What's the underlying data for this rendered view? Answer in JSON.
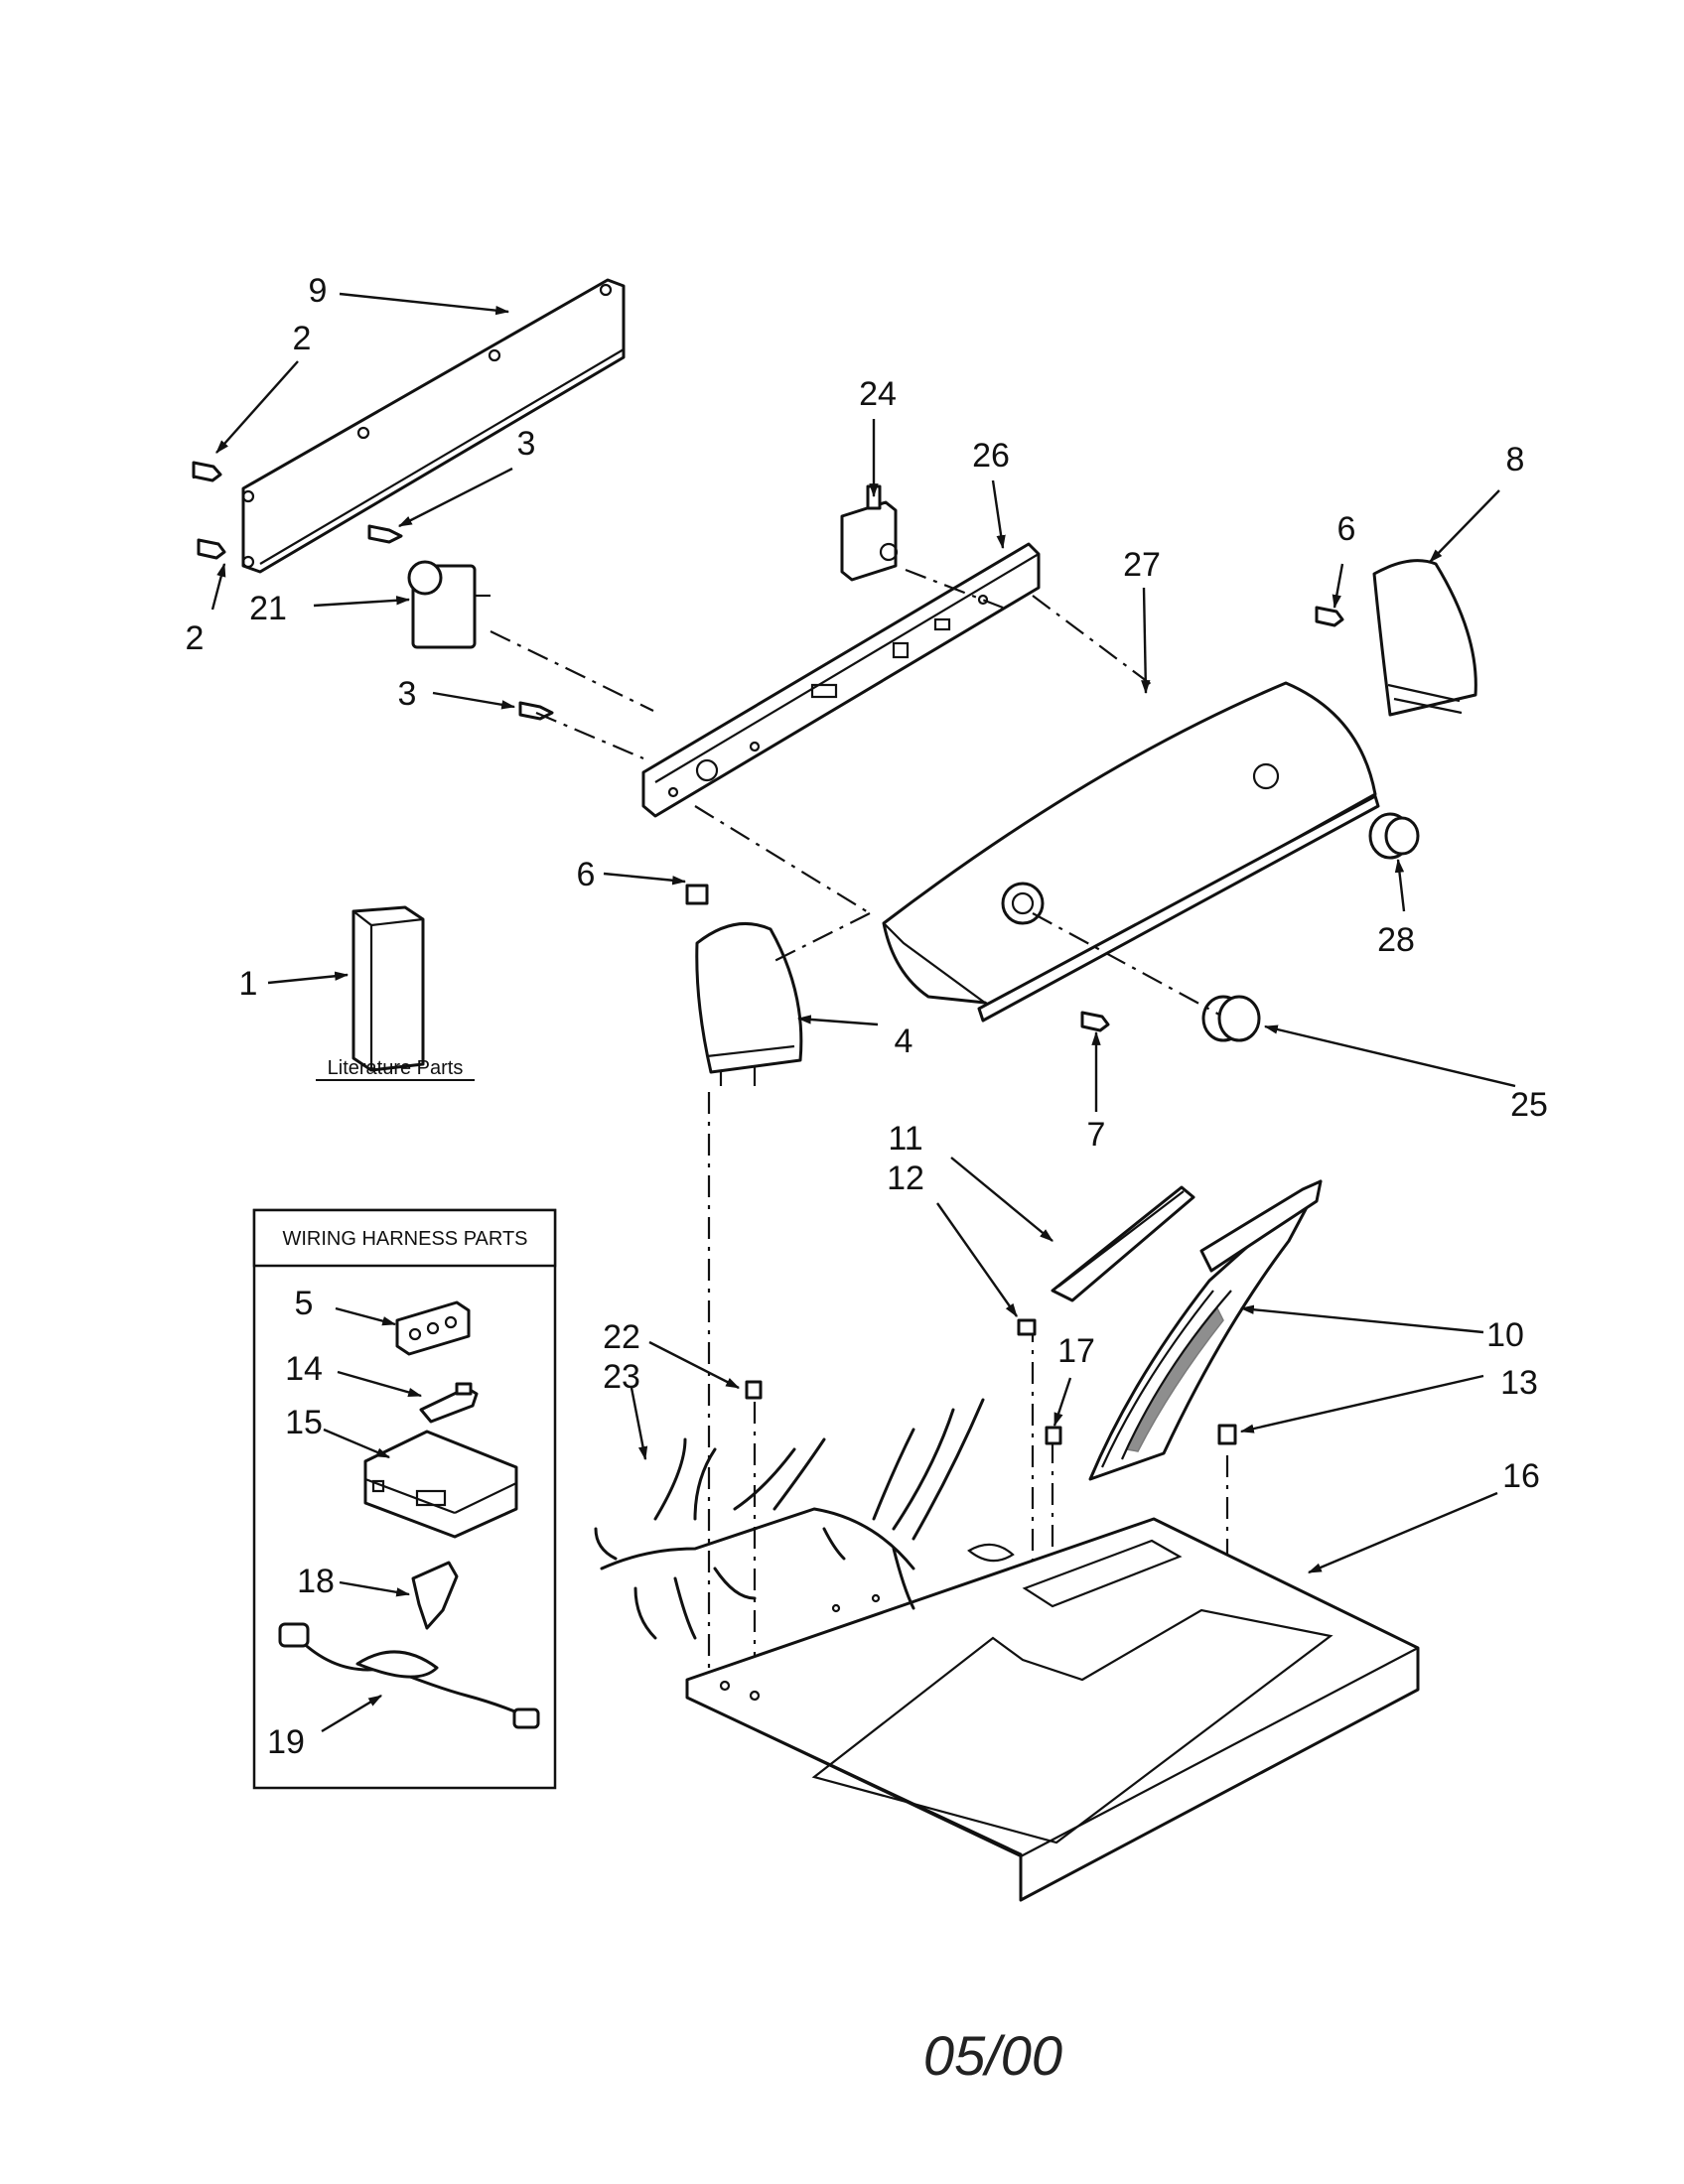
{
  "diagram": {
    "callouts": {
      "n1": "1",
      "n2a": "2",
      "n2b": "2",
      "n3a": "3",
      "n3b": "3",
      "n4": "4",
      "n5": "5",
      "n6a": "6",
      "n6b": "6",
      "n7": "7",
      "n8": "8",
      "n9": "9",
      "n10": "10",
      "n11": "11",
      "n12": "12",
      "n13": "13",
      "n14": "14",
      "n15": "15",
      "n16": "16",
      "n17": "17",
      "n18": "18",
      "n19": "19",
      "n21": "21",
      "n22": "22",
      "n23": "23",
      "n24": "24",
      "n25": "25",
      "n26": "26",
      "n27": "27",
      "n28": "28"
    },
    "literature_label": "Literature Parts",
    "wiring_box_title": "WIRING HARNESS PARTS",
    "date_code": "05/00"
  }
}
